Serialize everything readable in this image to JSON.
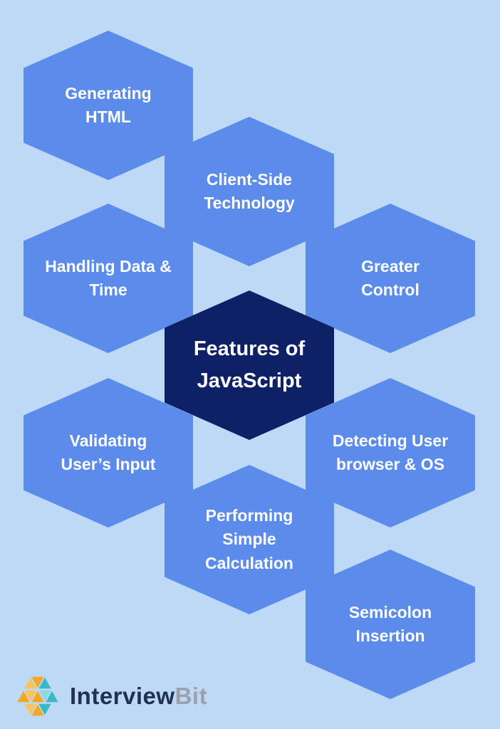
{
  "center": {
    "label": "Features of\nJavaScript"
  },
  "hexagons": [
    {
      "id": "generating-html",
      "label": "Generating\nHTML"
    },
    {
      "id": "client-side-technology",
      "label": "Client-Side\nTechnology"
    },
    {
      "id": "handling-data-time",
      "label": "Handling Data &\nTime"
    },
    {
      "id": "greater-control",
      "label": "Greater\nControl"
    },
    {
      "id": "validating-users-input",
      "label": "Validating\nUser’s Input"
    },
    {
      "id": "detecting-user-browser-os",
      "label": "Detecting User\nbrowser & OS"
    },
    {
      "id": "performing-simple-calculation",
      "label": "Performing\nSimple\nCalculation"
    },
    {
      "id": "semicolon-insertion",
      "label": "Semicolon\nInsertion"
    }
  ],
  "logo": {
    "brand_primary": "Interview",
    "brand_secondary": "Bit"
  },
  "colors": {
    "background": "#bdd9f5",
    "hexagon_fill": "#5b8cec",
    "center_hexagon_fill": "#0e2167",
    "hexagon_text": "#ffffff",
    "logo_primary_text": "#232f54",
    "logo_secondary_text": "#9aa2ac",
    "logo_orange": "#f5a623",
    "logo_orange_light": "#f9c45f",
    "logo_teal": "#39b9c6",
    "logo_teal_light": "#8ed7de"
  }
}
